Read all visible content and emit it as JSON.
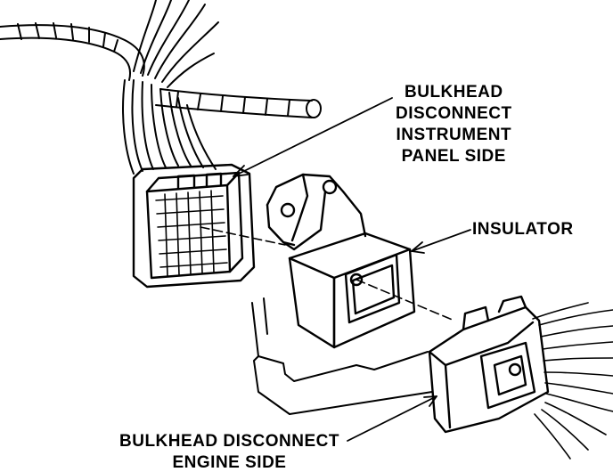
{
  "colors": {
    "ink": "#000000",
    "paper": "#ffffff"
  },
  "labels": {
    "instrument_panel_side": [
      "BULKHEAD",
      "DISCONNECT",
      "INSTRUMENT",
      "PANEL SIDE"
    ],
    "insulator": "INSULATOR",
    "engine_side": [
      "BULKHEAD DISCONNECT",
      "ENGINE SIDE"
    ]
  }
}
